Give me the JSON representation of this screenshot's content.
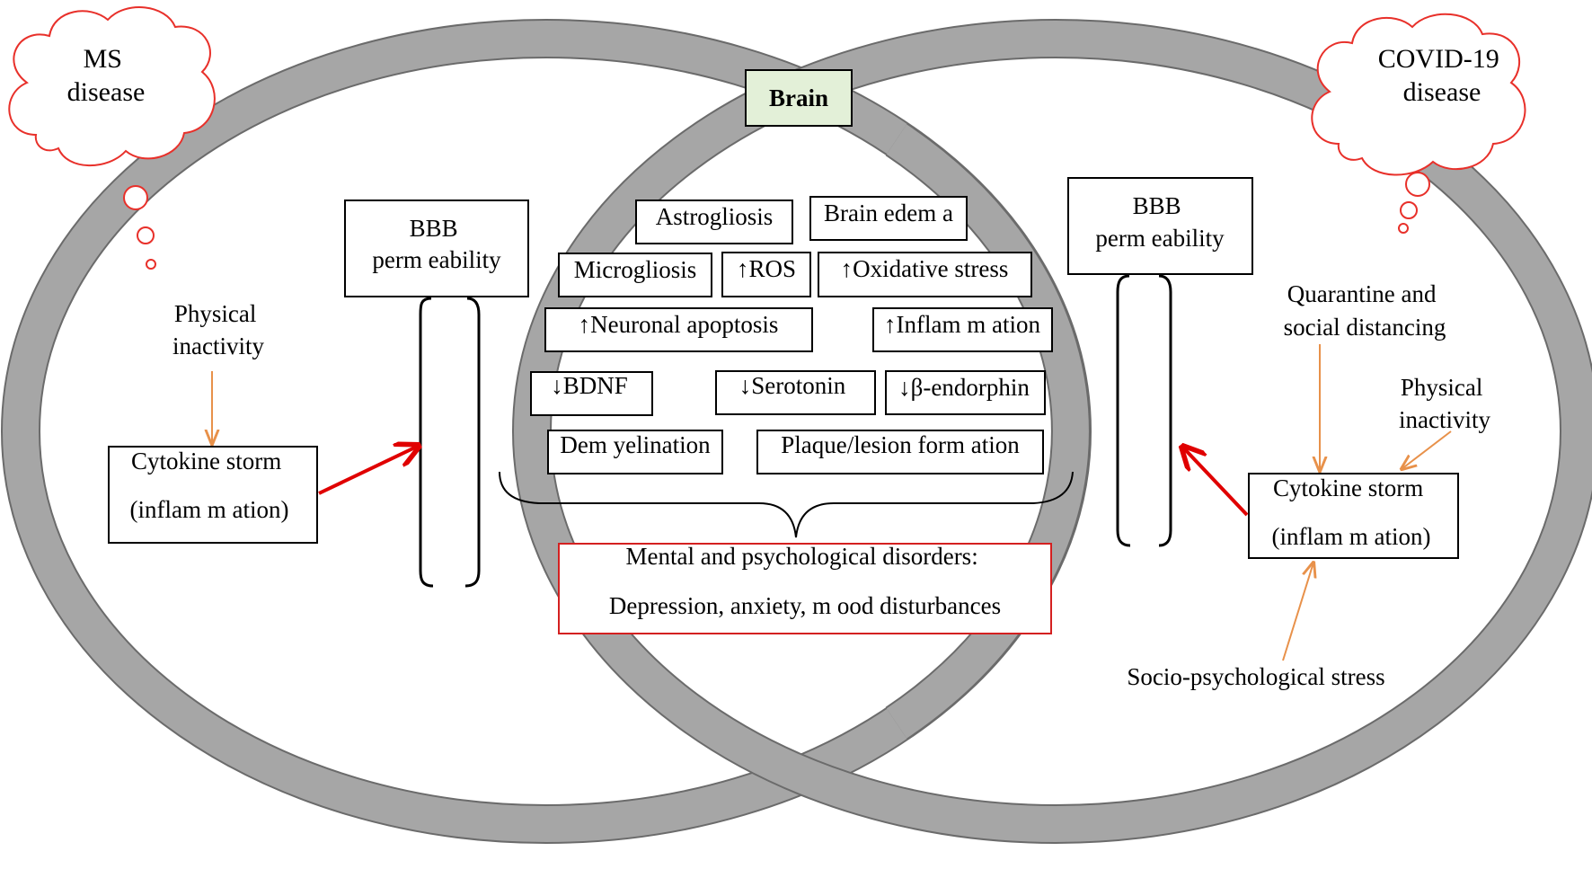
{
  "colors": {
    "ring": "#a6a6a6",
    "ring_edge": "#6b6b6b",
    "cloud_edge": "#e8302a",
    "red_arrow": "#e00000",
    "orange_arrow": "#e8914a",
    "brain_fill": "#e3f0d8",
    "disorder_border": "#d42020"
  },
  "clouds": {
    "ms": [
      "MS",
      "disease"
    ],
    "covid": [
      "COVID-19",
      "disease"
    ]
  },
  "brain_label": "Brain",
  "left": {
    "bbb": [
      "BBB",
      "perm eability"
    ],
    "physical_inactivity": [
      "Physical",
      "inactivity"
    ],
    "cytokine": [
      "Cytokine storm",
      "(inflam m ation)"
    ]
  },
  "right": {
    "bbb": [
      "BBB",
      "perm eability"
    ],
    "quarantine": [
      "Quarantine and",
      "social distancing"
    ],
    "physical_inactivity": [
      "Physical",
      "inactivity"
    ],
    "cytokine": [
      "Cytokine storm",
      "(inflam m ation)"
    ],
    "stress": "Socio-psychological stress"
  },
  "center": {
    "boxes": [
      "Astrogliosis",
      "Brain edem a",
      "Microgliosis",
      "↑ROS",
      "↑Oxidative stress",
      "↑Neuronal apoptosis",
      "↑Inflam m ation",
      "↓BDNF",
      "↓Serotonin",
      "↓β-endorphin",
      "Dem yelination",
      "Plaque/lesion form ation"
    ],
    "disorders": [
      "Mental and psychological disorders:",
      "Depression,  anxiety, m ood disturbances"
    ]
  }
}
